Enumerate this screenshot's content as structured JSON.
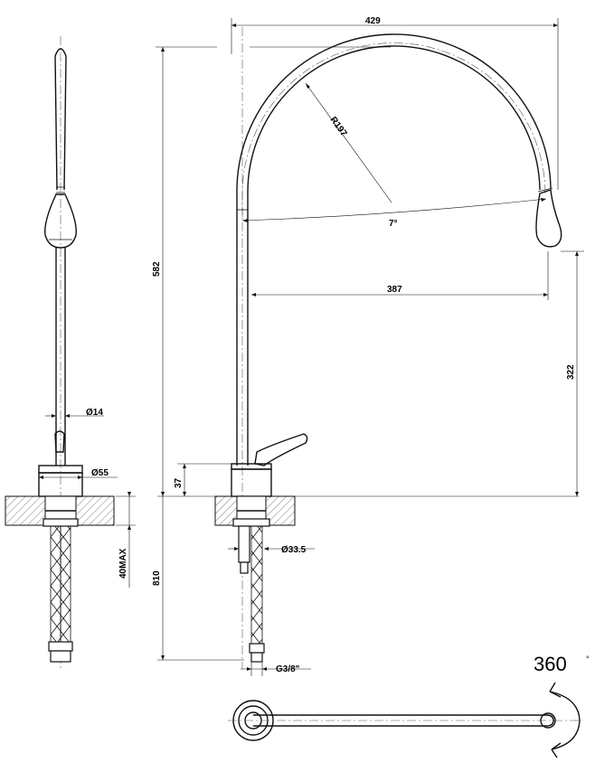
{
  "dimensions": {
    "spout_width": "429",
    "spout_radius": "R197",
    "spout_angle": "7°",
    "reach": "387",
    "outlet_height": "322",
    "total_height": "582",
    "base_height": "37",
    "pipe_length": "810",
    "stem_diameter": "Ø14",
    "base_diameter": "Ø55",
    "shank_diameter": "Ø33.5",
    "max_deck_thickness": "40MAX",
    "thread": "G3/8\""
  },
  "rotation": {
    "value": "360",
    "unit": "°"
  },
  "colors": {
    "line": "#111111",
    "hatch": "#444444",
    "background": "#ffffff"
  }
}
